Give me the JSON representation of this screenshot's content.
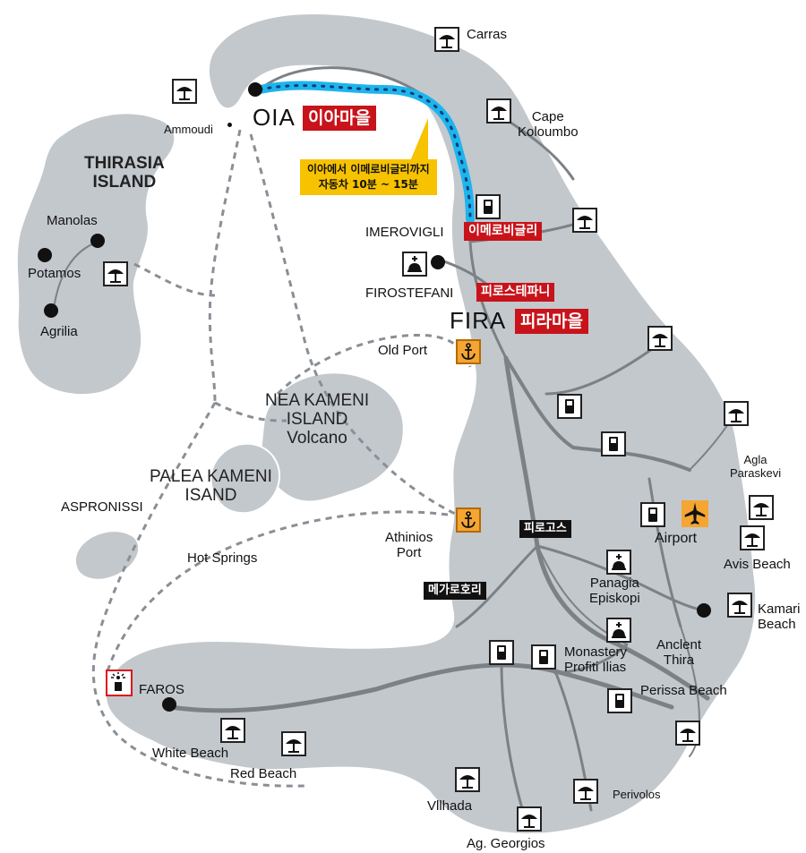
{
  "map": {
    "oia": "OIA",
    "oia_ko": "이아마을",
    "fira": "FIRA",
    "fira_ko": "피라마을",
    "imerovigli": "IMEROVIGLI",
    "imerovigli_ko": "이메로비글리",
    "firostefani": "FIROSTEFANI",
    "firostefani_ko": "피로스테파니",
    "callout_line1": "이아에서 이메로비글리까지",
    "callout_line2": "자동차 10분 ~ 15분",
    "ammoudi": "Ammoudi",
    "carras": "Carras",
    "cape_koloumbo_1": "Cape",
    "cape_koloumbo_2": "Koloumbo",
    "thirasia_1": "THIRASIA",
    "thirasia_2": "ISLAND",
    "manolas": "Manolas",
    "potamos": "Potamos",
    "agrilia": "Agrilia",
    "old_port": "Old Port",
    "nea_kameni_1": "NEA KAMENI",
    "nea_kameni_2": "ISLAND",
    "nea_kameni_3": "Volcano",
    "palea_kameni_1": "PALEA KAMENI",
    "palea_kameni_2": "ISAND",
    "aspronissi": "ASPRONISSI",
    "hot_springs": "Hot Springs",
    "athinios_1": "Athinios",
    "athinios_2": "Port",
    "pyrgos_ko": "피로고스",
    "megalochori_ko": "메가로호리",
    "agia_paraskevi_1": "Agla",
    "agia_paraskevi_2": "Paraskevi",
    "airport": "Airport",
    "avis_beach": "Avis Beach",
    "kamari_1": "Kamari",
    "kamari_2": "Beach",
    "panagia_1": "Panagia",
    "panagia_2": "Episkopi",
    "ancient_thira_1": "Anclent",
    "ancient_thira_2": "Thira",
    "monastery_1": "Monastery",
    "monastery_2": "Profiti Ilias",
    "perissa_beach": "Perissa Beach",
    "faros": "FAROS",
    "white_beach": "White Beach",
    "red_beach": "Red Beach",
    "vlichada": "Vllhada",
    "perivolos": "Perivolos",
    "ag_georgios": "Ag. Georgios"
  },
  "colors": {
    "land": "#c3c8cd",
    "land_outline": "#ffffff",
    "road": "#7c8186",
    "route": "#1eb4ec",
    "ferry": "#8a8f95",
    "korean_label_bg": "#c8131a",
    "callout_bg": "#f7c200",
    "anchor_bg": "#f4a532"
  },
  "icons": {
    "beach": "beach-umbrella-icon",
    "fuel": "gas-station-icon",
    "church": "church-icon",
    "port": "anchor-icon",
    "airport": "airplane-icon",
    "lighthouse": "lighthouse-icon"
  }
}
